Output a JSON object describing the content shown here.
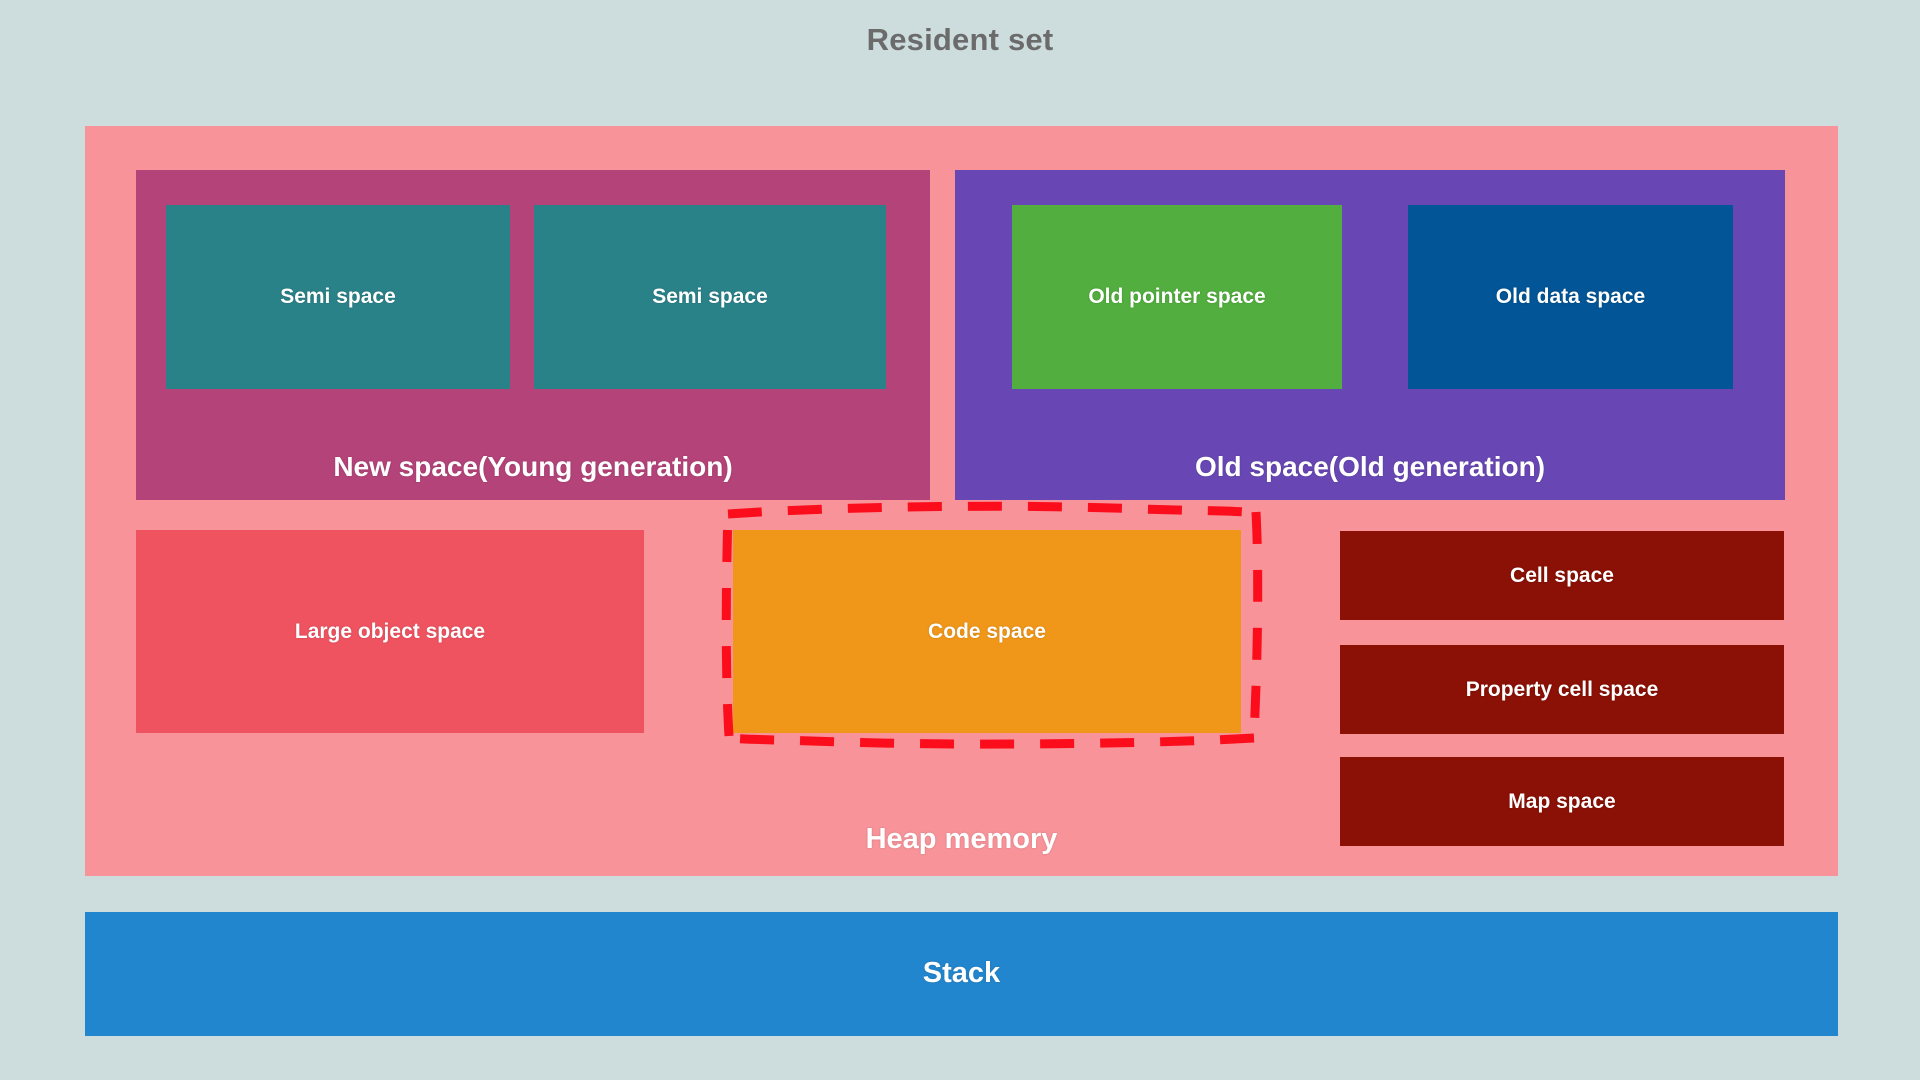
{
  "diagram": {
    "title": "Resident set",
    "background_color": "#cdddde",
    "title_color": "#6b6b6b"
  },
  "heap": {
    "label": "Heap memory",
    "color": "#f8939a",
    "new_space": {
      "label": "New space(Young generation)",
      "color": "#b44379",
      "children": [
        {
          "label": "Semi space",
          "color": "#2a8289"
        },
        {
          "label": "Semi space",
          "color": "#2a8289"
        }
      ]
    },
    "old_space": {
      "label": "Old space(Old generation)",
      "color": "#6847b4",
      "children": [
        {
          "label": "Old pointer space",
          "color": "#52ae3e"
        },
        {
          "label": "Old data space",
          "color": "#025596"
        }
      ]
    },
    "large_object_space": {
      "label": "Large object space",
      "color": "#ef5360"
    },
    "code_space": {
      "label": "Code space",
      "color": "#f09719",
      "highlight": true,
      "highlight_color": "#fc0d1b",
      "highlight_style": "dashed"
    },
    "special_spaces": [
      {
        "label": "Cell space",
        "color": "#8b1005"
      },
      {
        "label": "Property cell space",
        "color": "#8b1005"
      },
      {
        "label": "Map space",
        "color": "#8b1005"
      }
    ]
  },
  "stack": {
    "label": "Stack",
    "color": "#2286ce"
  }
}
